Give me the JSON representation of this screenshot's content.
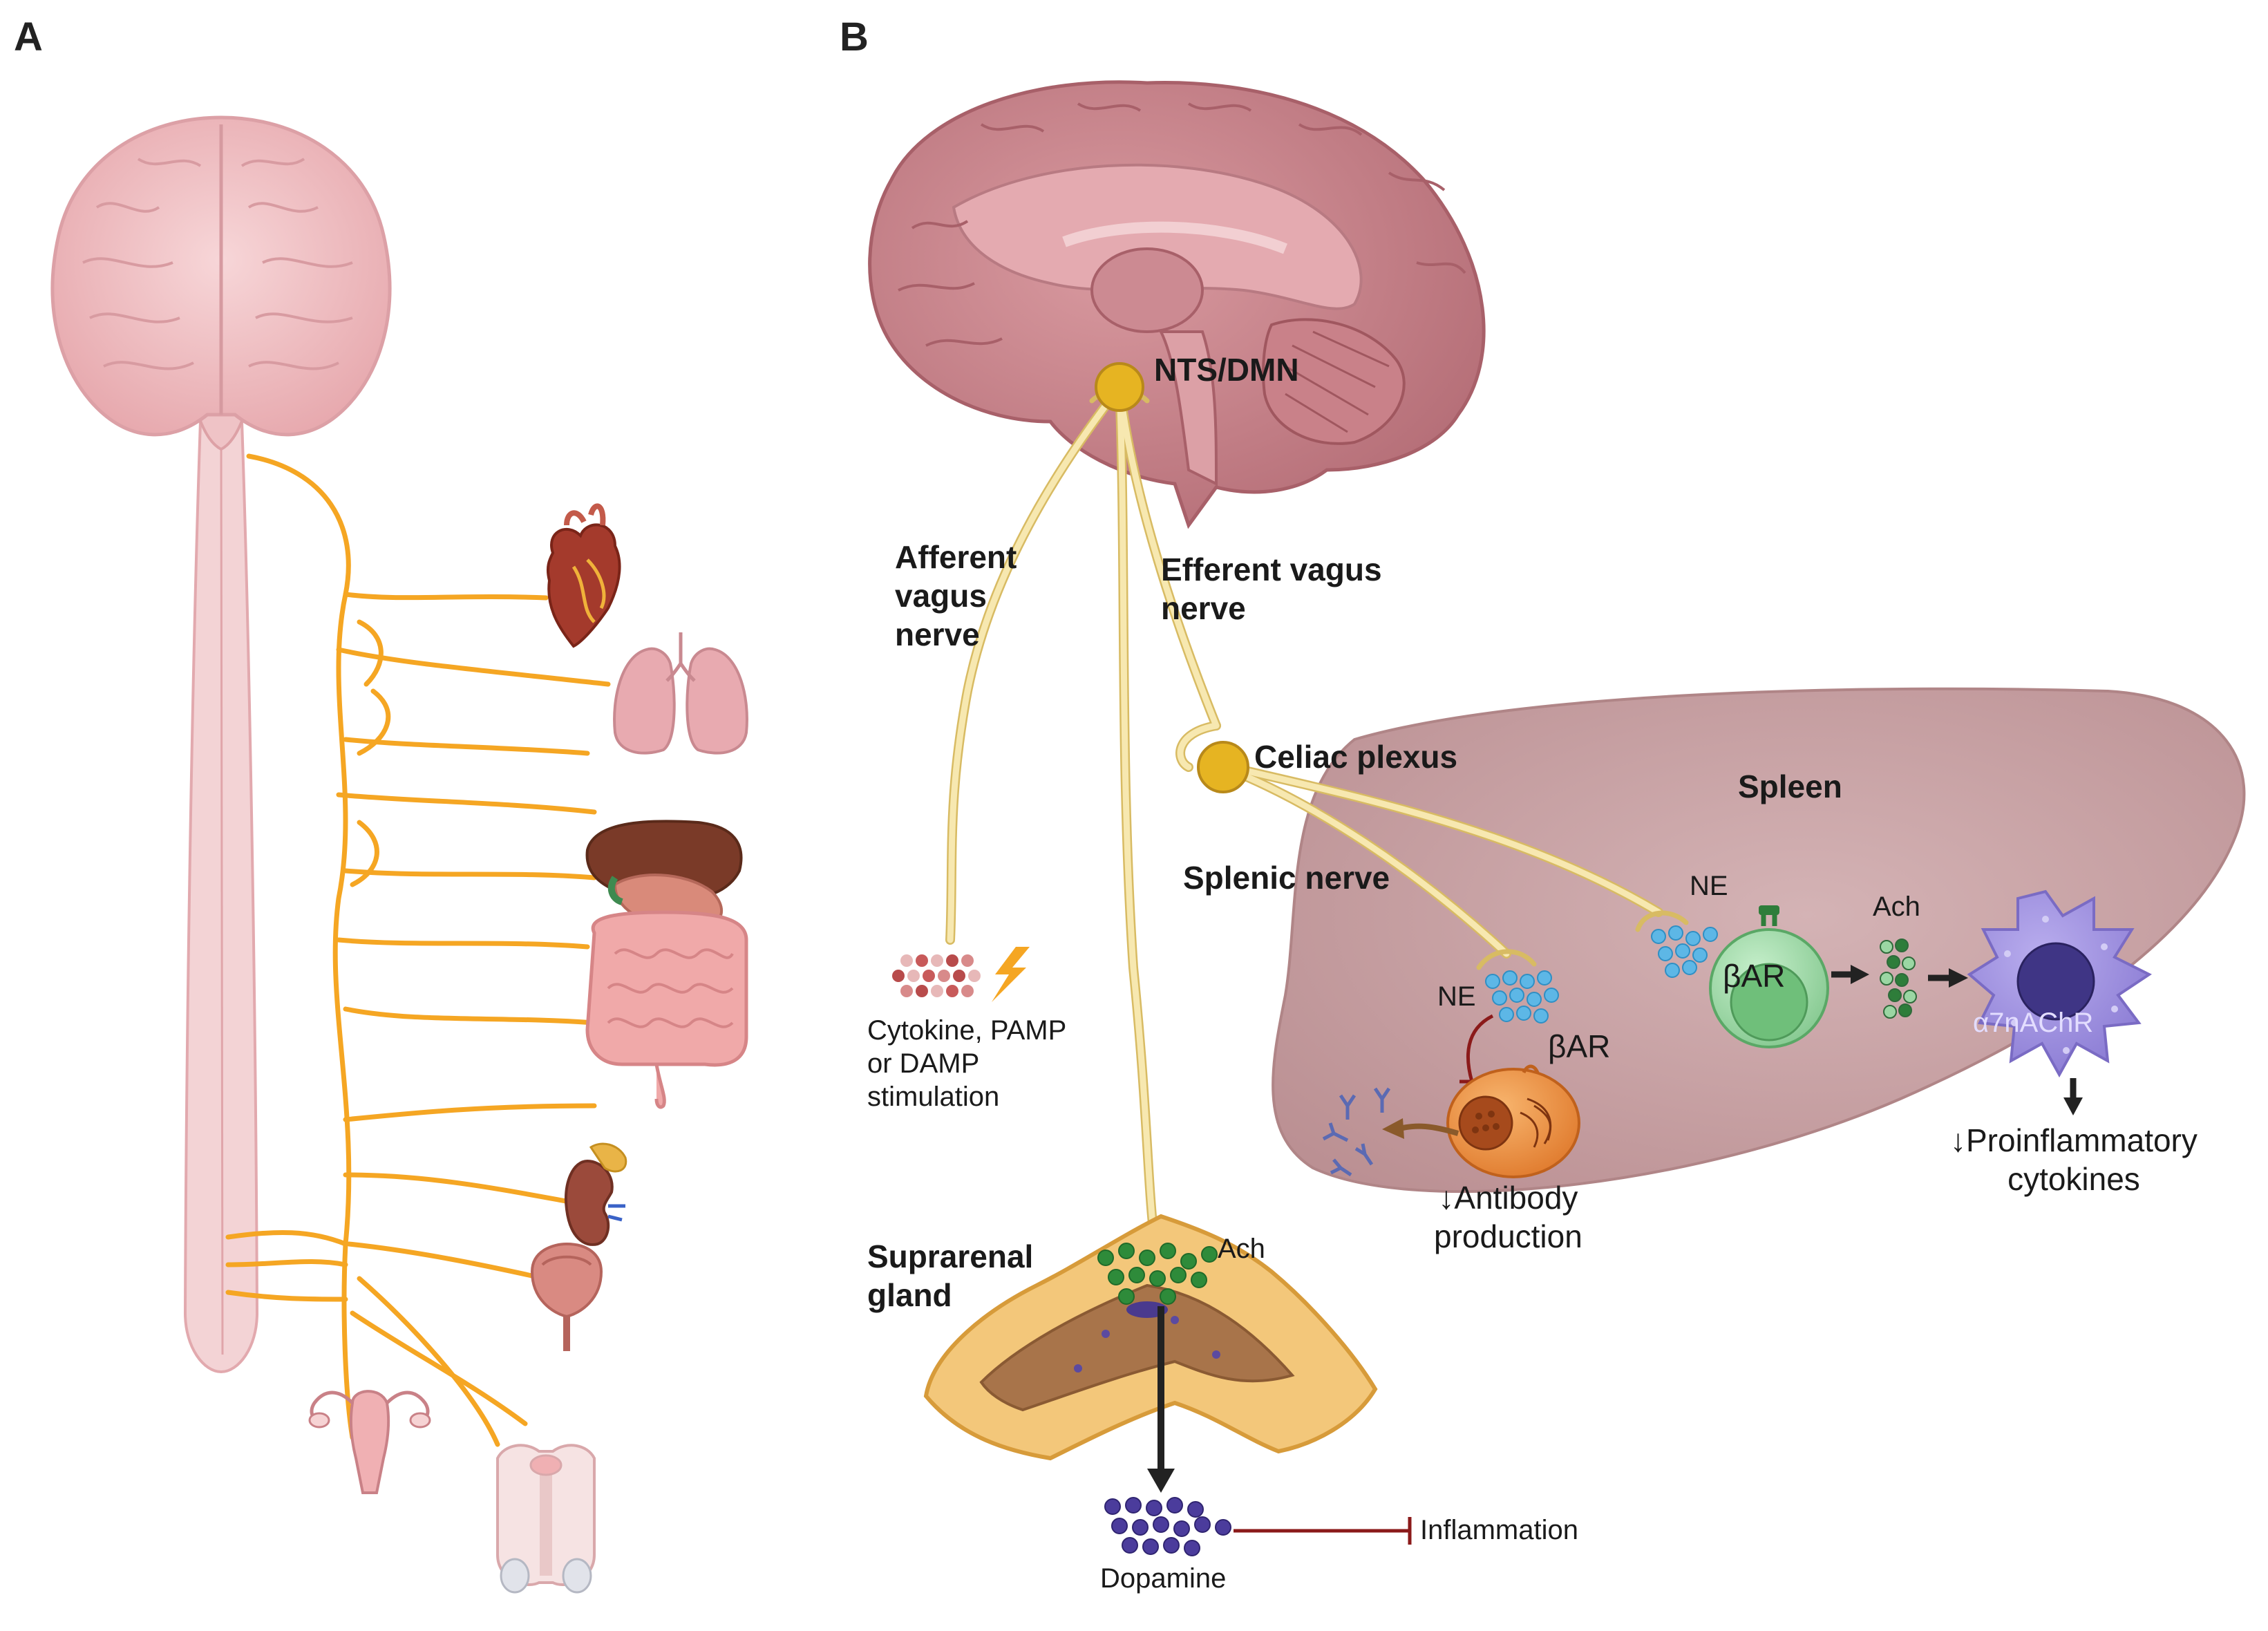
{
  "panels": {
    "a": "A",
    "b": "B"
  },
  "labels": {
    "nts_dmn": "NTS/DMN",
    "afferent": [
      "Afferent",
      "vagus",
      "nerve"
    ],
    "efferent": [
      "Efferent vagus",
      "nerve"
    ],
    "celiac": "Celiac plexus",
    "spleen": "Spleen",
    "splenic": "Splenic nerve",
    "ne_upper": "NE",
    "ne_lower": "NE",
    "bar_upper": "βAR",
    "bar_lower": "βAR",
    "ach_spleen": "Ach",
    "a7": "α7nAChR",
    "proinflammatory": [
      "↓Proinflammatory",
      "cytokines"
    ],
    "antibody": [
      "↓Antibody",
      "production"
    ],
    "stimulation": [
      "Cytokine, PAMP",
      "or DAMP",
      "stimulation"
    ],
    "suprarenal": [
      "Suprarenal",
      "gland"
    ],
    "ach_gland": "Ach",
    "dopamine": "Dopamine",
    "inflammation": "Inflammation"
  },
  "colors": {
    "brain_pink": "#f2c6c9",
    "nerve_orange": "#f5a623",
    "nerve_yellow": "#f6e3a1",
    "ganglion": "#e6b422",
    "spleen": "#c9a2a4",
    "tcell": "#9fd9a8",
    "macrophage": "#9e90dd",
    "bcell": "#f09a4a",
    "inhibit": "#8b1a1a"
  },
  "icons": [
    "brain-icon",
    "spinal-cord-icon",
    "heart-icon",
    "lungs-icon",
    "liver-stomach-icon",
    "intestine-icon",
    "kidney-icon",
    "bladder-icon",
    "uterus-icon",
    "male-reproductive-icon",
    "brain-sagittal-icon",
    "spleen-icon",
    "adrenal-gland-icon",
    "lightning-icon",
    "antibody-icon"
  ]
}
